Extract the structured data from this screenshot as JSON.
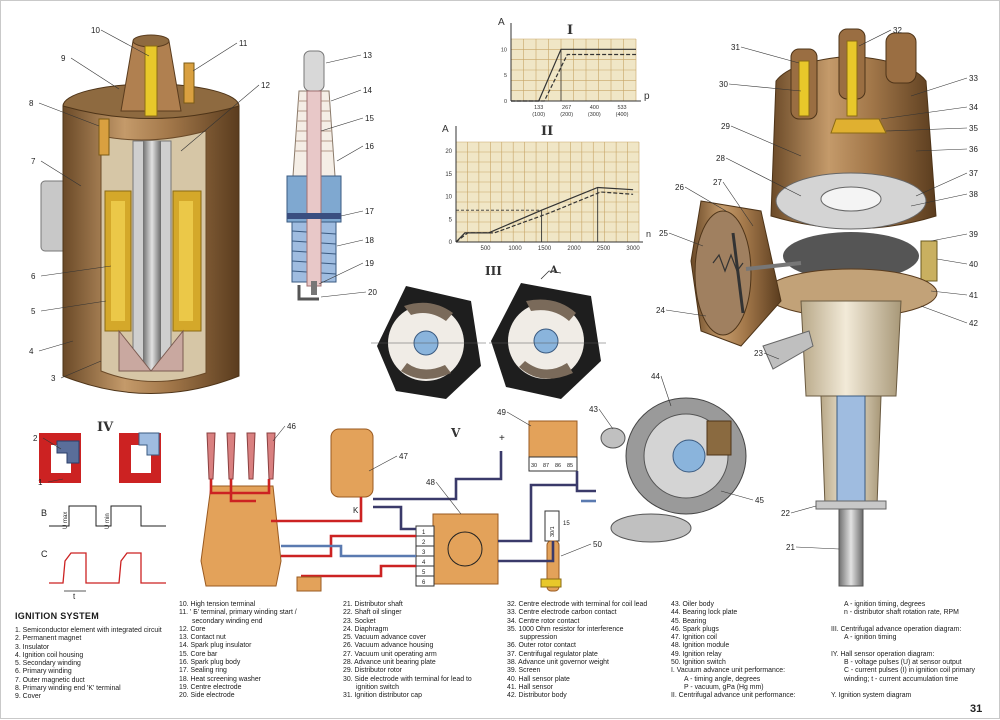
{
  "title": "IGNITION SYSTEM",
  "page_number": "31",
  "section_labels": {
    "I": "I",
    "II": "II",
    "III": "III",
    "IV": "IV",
    "V": "V",
    "A": "A"
  },
  "callouts": [
    "1",
    "2",
    "3",
    "4",
    "5",
    "6",
    "7",
    "8",
    "9",
    "10",
    "11",
    "12",
    "13",
    "14",
    "15",
    "16",
    "17",
    "18",
    "19",
    "20",
    "21",
    "22",
    "23",
    "24",
    "25",
    "26",
    "27",
    "28",
    "29",
    "30",
    "31",
    "32",
    "33",
    "34",
    "35",
    "36",
    "37",
    "38",
    "39",
    "40",
    "41",
    "42",
    "43",
    "44",
    "45",
    "46",
    "47",
    "48",
    "49",
    "50"
  ],
  "hall_labels": {
    "B": "B",
    "C": "C",
    "u_max": "U max",
    "u_min": "U min",
    "t": "t"
  },
  "circuit_labels": {
    "K": "K",
    "plus": "+",
    "relay_pins": [
      "30",
      "87",
      "86",
      "85"
    ],
    "switch_pins": [
      "30/1",
      "15"
    ],
    "module_pins": [
      "1",
      "2",
      "3",
      "4",
      "5",
      "6"
    ]
  },
  "chart_data": [
    {
      "type": "line",
      "id": "I",
      "title": "I",
      "ylabel": "A",
      "xlabel": "p",
      "ylim": [
        0,
        12
      ],
      "yticks": [
        "0",
        "5",
        "10"
      ],
      "xticks": [
        {
          "x": 133,
          "label": "133",
          "sub": "(100)"
        },
        {
          "x": 267,
          "label": "267",
          "sub": "(200)"
        },
        {
          "x": 400,
          "label": "400",
          "sub": "(300)"
        },
        {
          "x": 533,
          "label": "533",
          "sub": "(400)"
        }
      ],
      "xlim": [
        0,
        600
      ],
      "series": [
        {
          "style": "solid",
          "points": [
            [
              0,
              0
            ],
            [
              133,
              0
            ],
            [
              240,
              10
            ],
            [
              600,
              10
            ]
          ]
        },
        {
          "style": "dashed",
          "points": [
            [
              0,
              0
            ],
            [
              160,
              0
            ],
            [
              270,
              9
            ],
            [
              600,
              9
            ]
          ]
        }
      ]
    },
    {
      "type": "line",
      "id": "II",
      "title": "II",
      "ylabel": "A",
      "xlabel": "n",
      "ylim": [
        0,
        22
      ],
      "yticks": [
        "0",
        "5",
        "10",
        "15",
        "20"
      ],
      "xticks": [
        {
          "x": 500,
          "label": "500"
        },
        {
          "x": 1000,
          "label": "1000"
        },
        {
          "x": 1500,
          "label": "1500"
        },
        {
          "x": 2000,
          "label": "2000"
        },
        {
          "x": 2500,
          "label": "2500"
        },
        {
          "x": 3000,
          "label": "3000"
        }
      ],
      "xlim": [
        0,
        3100
      ],
      "series": [
        {
          "style": "solid",
          "points": [
            [
              0,
              0
            ],
            [
              150,
              2
            ],
            [
              550,
              2
            ],
            [
              1450,
              7
            ],
            [
              2400,
              12
            ],
            [
              3000,
              11.5
            ]
          ]
        },
        {
          "style": "dashed",
          "points": [
            [
              0,
              0
            ],
            [
              200,
              2
            ],
            [
              650,
              2
            ],
            [
              1600,
              6.5
            ],
            [
              2450,
              11
            ],
            [
              3000,
              10.5
            ]
          ]
        }
      ]
    }
  ],
  "legend": {
    "col1": [
      "1. Semiconductor element with integrated circuit",
      "2. Permanent magnet",
      "3. Insulator",
      "4. Ignition coil housing",
      "5. Secondary winding",
      "6. Primary winding",
      "7. Outer magnetic duct",
      "8. Primary winding end 'K' terminal",
      "9. Cover"
    ],
    "col2": [
      "10. High tension terminal",
      "11. ' Б' terminal, primary winding start /",
      "secondary winding end",
      "12. Core",
      "13. Contact nut",
      "14. Spark plug insulator",
      "15. Core bar",
      "16. Spark plug body",
      "17. Sealing ring",
      "18. Heat screening washer",
      "19. Centre electrode",
      "20. Side electrode"
    ],
    "col3": [
      "21. Distributor shaft",
      "22. Shaft oil slinger",
      "23. Socket",
      "24. Diaphragm",
      "25. Vacuum advance cover",
      "26. Vacuum advance housing",
      "27. Vacuum unit operating arm",
      "28. Advance unit bearing plate",
      "29. Distributor rotor",
      "30. Side electrode with terminal for lead to",
      "ignition switch",
      "31. Ignition distributor cap"
    ],
    "col4": [
      "32. Centre electrode with terminal for coil lead",
      "33. Centre electrode carbon contact",
      "34. Centre rotor contact",
      "35. 1000 Ohm resistor for interference",
      "suppression",
      "36. Outer rotor contact",
      "37. Centrifugal regulator plate",
      "38. Advance unit governor weight",
      "39. Screen",
      "40. Hall sensor plate",
      "41. Hall sensor",
      "42. Distributor body"
    ],
    "col5": [
      "43. Oiler body",
      "44. Bearing lock plate",
      "45. Bearing",
      "46. Spark plugs",
      "47. Ignition coil",
      "48. Ignition module",
      "49. Ignition relay",
      "50. Ignition switch",
      "I.   Vacuum advance unit performance:",
      "A - timing angle, degrees",
      "P - vacuum, gPa (Hg mm)",
      "II.  Centrifugal advance unit performance:"
    ],
    "col6": [
      "A - ignition timing, degrees",
      "n - distributor shaft rotation rate, RPM",
      "",
      "III. Centrifugal advance operation diagram:",
      "A - ignition timing",
      "",
      "IY. Hall sensor operation diagram:",
      "B - voltage pulses (U) at sensor output",
      "C - current pulses (I) in ignition coil primary",
      "winding; t  - current accumulation time",
      "",
      "Y. Ignition system diagram"
    ]
  },
  "colors": {
    "bronze": "#a3784a",
    "bronze_dark": "#6b4a28",
    "cream": "#e8dcc4",
    "copper": "#d98c3a",
    "yellow": "#e8c82a",
    "blue": "#6f9ec9",
    "red": "#cc2222",
    "chart_bg": "#f0e6c6",
    "pink": "#d98080",
    "orange": "#e3a25a"
  }
}
